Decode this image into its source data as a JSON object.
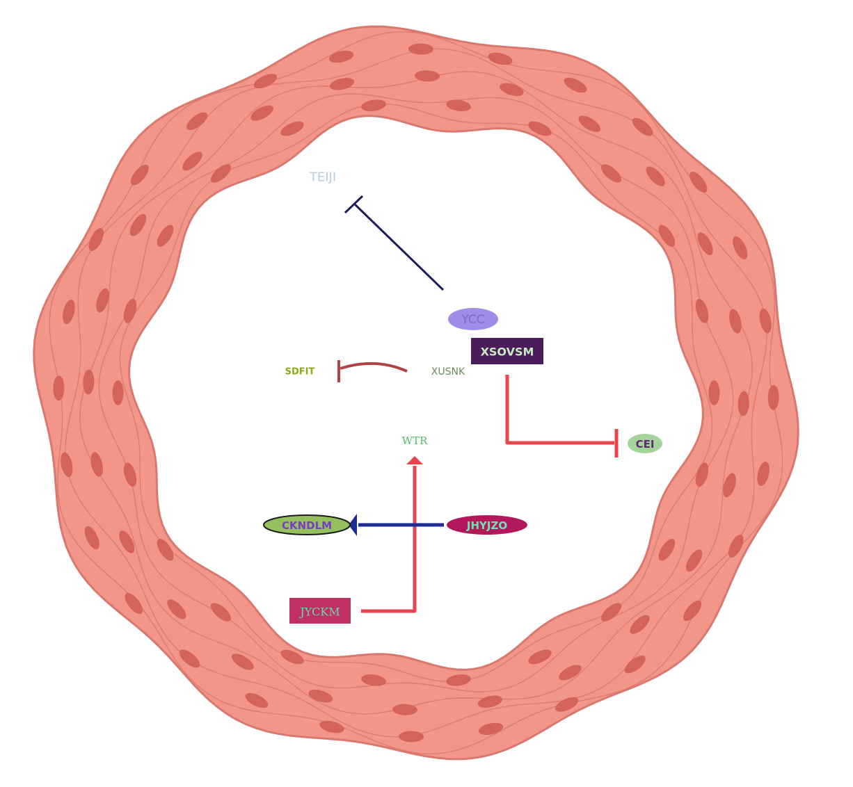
{
  "colors": {
    "ring_fill": "#f2968a",
    "ring_stroke": "#d8786e",
    "nucleus": "#d4645a",
    "background": "#ffffff"
  },
  "nodes": {
    "teiji": {
      "label": "TEIJI",
      "text_color": "#b4cce4"
    },
    "ycc": {
      "label": "YCC",
      "text_color": "#7a6cc4",
      "fill": "#a08ce8"
    },
    "xsovsm": {
      "label": "XSOVSM",
      "text_color": "#c8ecc0",
      "fill": "#4a1c5c"
    },
    "sdfit": {
      "label": "SDFIT",
      "text_color": "#8caa14"
    },
    "xusnk": {
      "label": "XUSNK",
      "text_color": "#6c8c54"
    },
    "wtr": {
      "label": "WTR",
      "text_color": "#4cc06c"
    },
    "cei": {
      "label": "CEI",
      "text_color": "#5c2c70",
      "fill": "#a4d49c"
    },
    "ckndlm": {
      "label": "CKNDLM",
      "text_color": "#7c3cc4",
      "fill": "#94c060",
      "stroke": "#1c1c1c"
    },
    "jhyjzo": {
      "label": "JHYJZO",
      "text_color": "#6ce4b4",
      "fill": "#b4185c"
    },
    "jyckm": {
      "label": "JYCKM",
      "text_color": "#68d8b0",
      "fill": "#c03064"
    }
  },
  "edges": [
    {
      "from": "YCC",
      "to": "TEIJI",
      "type": "inhibition",
      "color": "#1c1c5c"
    },
    {
      "from": "XUSNK",
      "to": "SDFIT",
      "type": "inhibition",
      "color": "#b04444"
    },
    {
      "from": "XSOVSM",
      "to": "CEI",
      "type": "inhibition",
      "color": "#e8444c"
    },
    {
      "from": "JHYJZO",
      "to": "CKNDLM",
      "type": "activation",
      "color": "#1c2c94"
    },
    {
      "from": "JYCKM",
      "to": "WTR",
      "type": "activation",
      "color": "#e8444c"
    }
  ]
}
